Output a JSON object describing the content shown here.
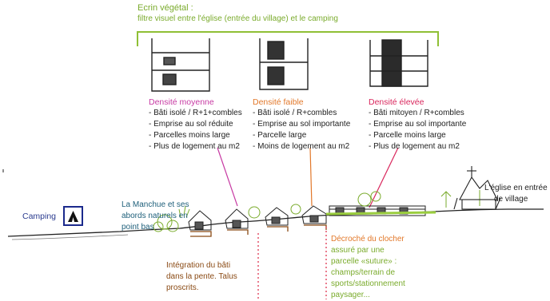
{
  "header": {
    "title": "Ecrin végétal :",
    "subtitle": "filtre visuel entre l'église (entrée du village) et le camping"
  },
  "columns": [
    {
      "title": "Densité moyenne",
      "items": [
        "- Bâti isolé / R+1+combles",
        "- Emprise au sol réduite",
        "- Parcelles moins large",
        "- Plus de logement au m2"
      ]
    },
    {
      "title": "Densité faible",
      "items": [
        "- Bâti isolé / R+combles",
        "- Emprise au sol importante",
        "- Parcelle large",
        "- Moins de logement au m2"
      ]
    },
    {
      "title": "Densité élevée",
      "items": [
        "- Bâti mitoyen / R+combles",
        "- Emprise au sol importante",
        "- Parcelle moins large",
        "- Plus de logement au m2"
      ]
    }
  ],
  "labels": {
    "camping": "Camping",
    "manche": [
      "La Manchue et ses",
      "abords naturels en",
      "point bas"
    ],
    "eglise": [
      "L'église en entrée",
      "de village"
    ],
    "integration": [
      "Intégration du bâti",
      "dans la pente. Talus",
      "proscrits."
    ],
    "decroche": [
      "Décroché du clocher",
      "assuré par une",
      "parcelle «suture» :",
      "champs/terrain de",
      "sports/stationnement",
      "paysager..."
    ]
  },
  "colors": {
    "green": "#7aab2c",
    "magenta": "#c73aa3",
    "orange": "#e2782a",
    "pink": "#d9265c",
    "blue": "#2a3b8f",
    "brown": "#8a4a14",
    "ink": "#222222"
  }
}
